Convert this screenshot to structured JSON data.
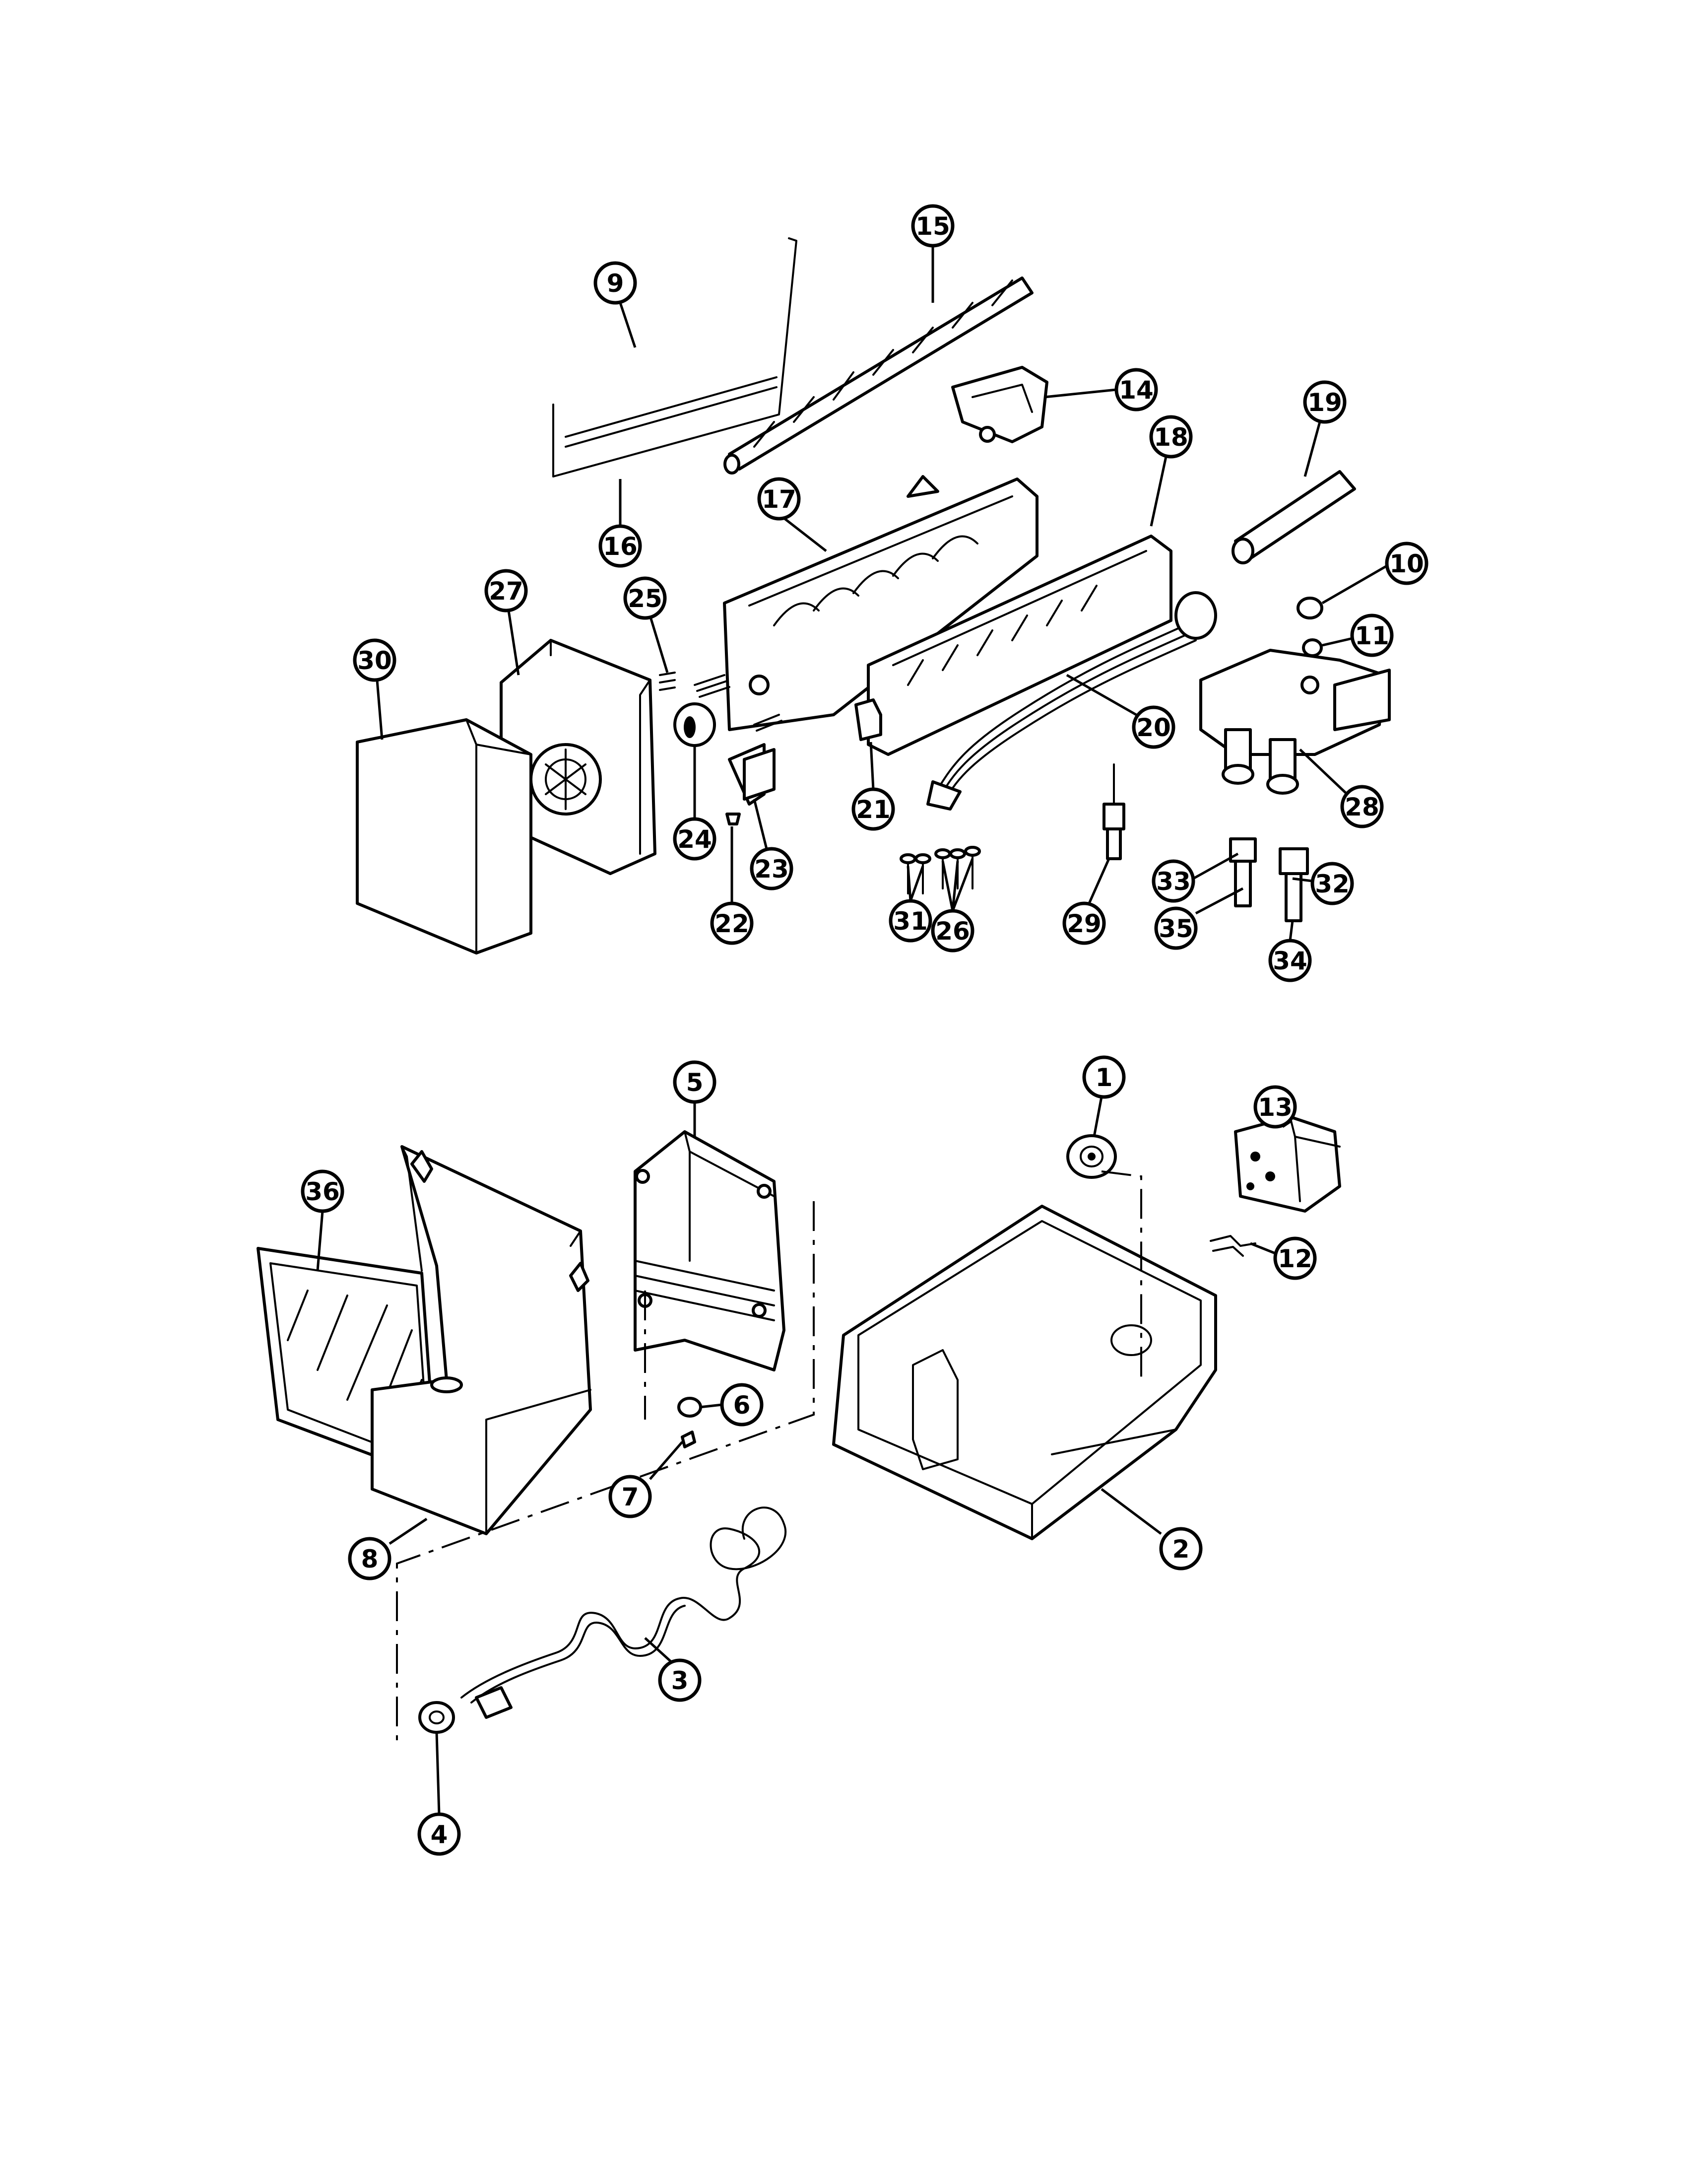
{
  "diagram": {
    "callouts": [
      {
        "label": "1"
      },
      {
        "label": "2"
      },
      {
        "label": "3"
      },
      {
        "label": "4"
      },
      {
        "label": "5"
      },
      {
        "label": "6"
      },
      {
        "label": "7"
      },
      {
        "label": "8"
      },
      {
        "label": "9"
      },
      {
        "label": "10"
      },
      {
        "label": "11"
      },
      {
        "label": "12"
      },
      {
        "label": "13"
      },
      {
        "label": "14"
      },
      {
        "label": "15"
      },
      {
        "label": "16"
      },
      {
        "label": "17"
      },
      {
        "label": "18"
      },
      {
        "label": "19"
      },
      {
        "label": "20"
      },
      {
        "label": "21"
      },
      {
        "label": "22"
      },
      {
        "label": "23"
      },
      {
        "label": "24"
      },
      {
        "label": "25"
      },
      {
        "label": "26"
      },
      {
        "label": "27"
      },
      {
        "label": "28"
      },
      {
        "label": "29"
      },
      {
        "label": "30"
      },
      {
        "label": "31"
      },
      {
        "label": "32"
      },
      {
        "label": "33"
      },
      {
        "label": "34"
      },
      {
        "label": "35"
      },
      {
        "label": "36"
      }
    ],
    "colors": {
      "line": "#000000",
      "background": "#ffffff"
    }
  }
}
